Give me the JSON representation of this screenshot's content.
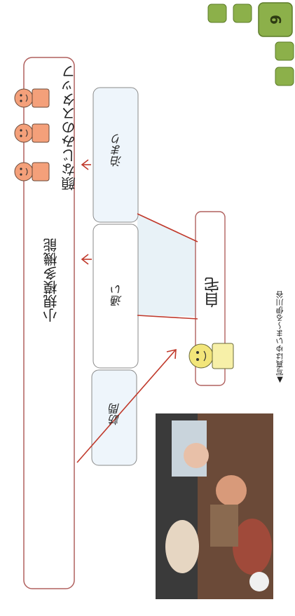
{
  "diagram": {
    "container_label": "小規模多機能",
    "staff_label": "顔なじみのスタッフ",
    "services": [
      {
        "label": "泊まり"
      },
      {
        "label": "通い"
      },
      {
        "label": "訪問"
      }
    ],
    "home_label": "自宅",
    "photo_caption": "▲写真はゆいま〜る伊川谷",
    "page_number": "6"
  },
  "colors": {
    "arrow": "#c0392b",
    "box_fill": "#eef5fb",
    "box_stroke": "#8a8a8a",
    "container_stroke": "#b0605e",
    "staff_face": "#f4a07a",
    "home_face": "#f2e57a",
    "nav_square": "#8cb04a",
    "nav_square_dark": "#5d7c2a"
  }
}
